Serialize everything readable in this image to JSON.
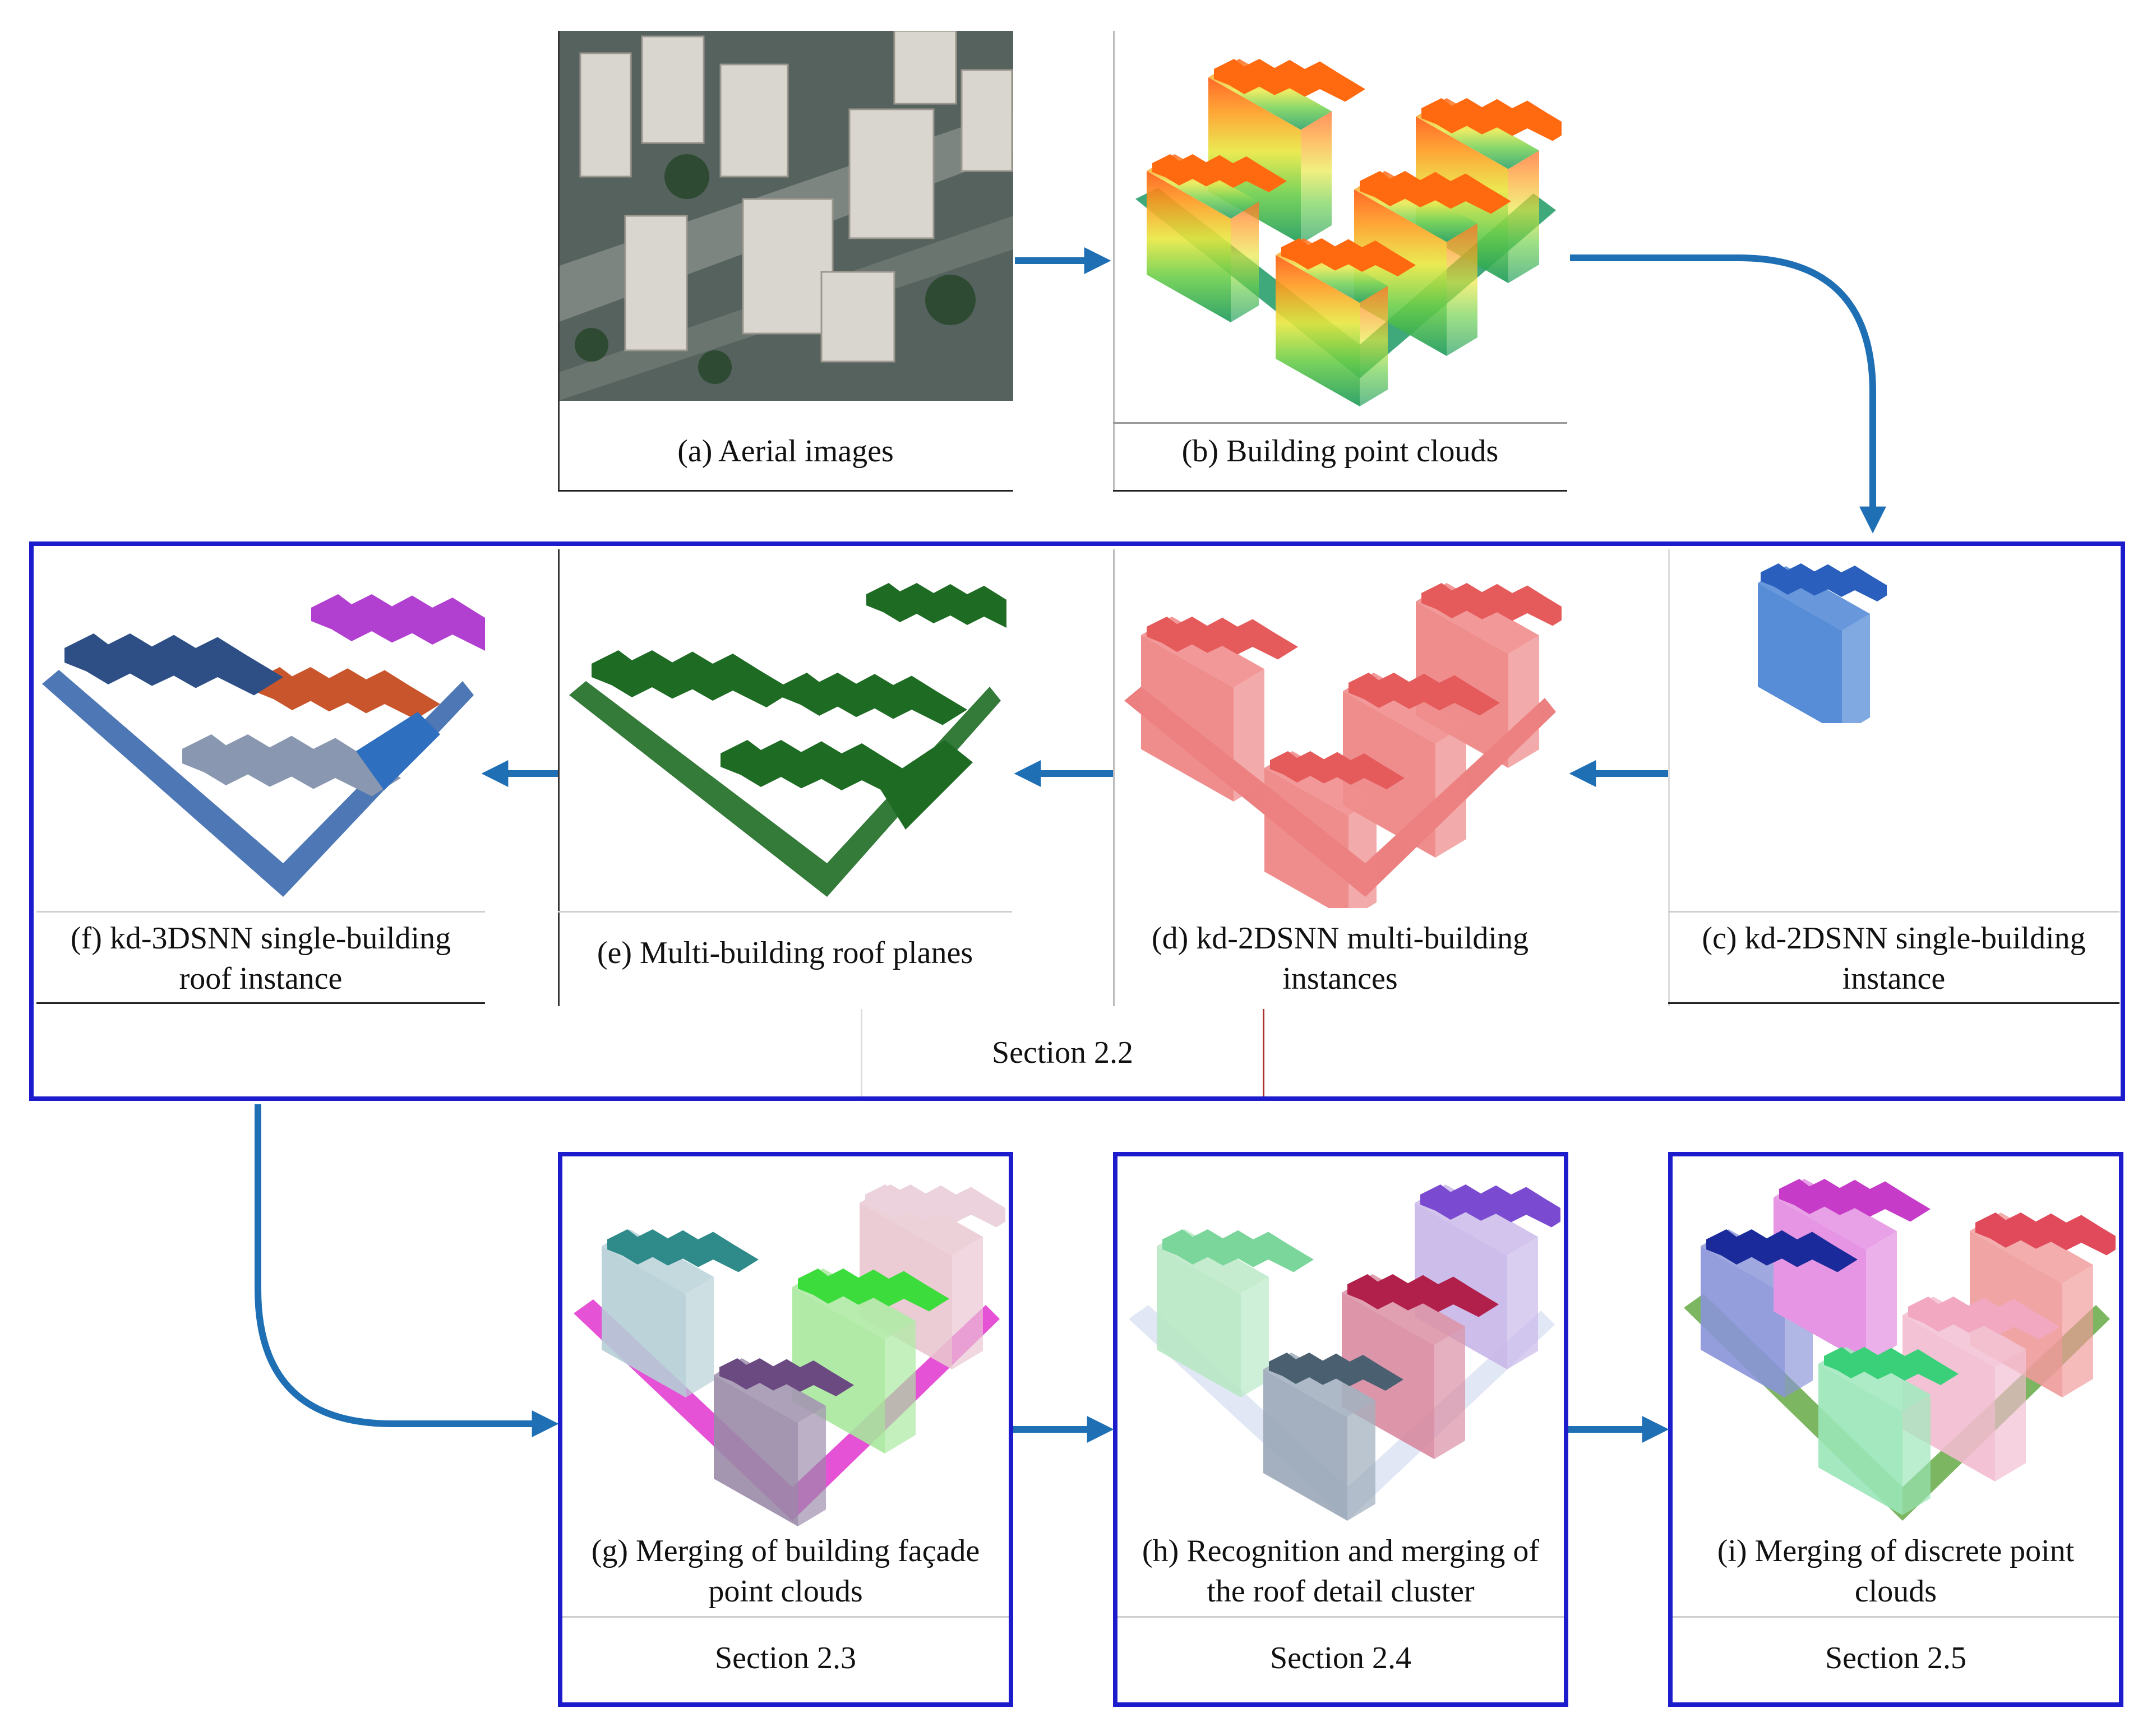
{
  "colors": {
    "frame_blue": "#1c1ccc",
    "arrow_blue": "#1f6fb5",
    "divider_red": "#b03030"
  },
  "panels": {
    "a": {
      "caption": "(a) Aerial images",
      "icon": "aerial-photo"
    },
    "b": {
      "caption": "(b) Building point clouds",
      "icon": "point-cloud-height-colored"
    },
    "c": {
      "caption": "(c) kd-2DSNN single-building\ninstance",
      "icon": "point-cloud-single-building-blue"
    },
    "d": {
      "caption": "(d) kd-2DSNN multi-building\ninstances",
      "icon": "point-cloud-multi-building-red"
    },
    "e": {
      "caption": "(e) Multi-building roof planes",
      "icon": "roof-planes-green"
    },
    "f": {
      "caption": "(f) kd-3DSNN single-building\nroof instance",
      "icon": "roof-instances-multicolor"
    },
    "g": {
      "caption": "(g) Merging of building façade\npoint clouds",
      "icon": "merged-facade-point-cloud"
    },
    "h": {
      "caption": "(h) Recognition and merging of\nthe roof detail cluster",
      "icon": "roof-detail-merge-point-cloud"
    },
    "i": {
      "caption": "(i) Merging of discrete point\nclouds",
      "icon": "discrete-merge-point-cloud"
    }
  },
  "sections": {
    "s22": "Section 2.2",
    "s23": "Section 2.3",
    "s24": "Section 2.4",
    "s25": "Section 2.5"
  }
}
